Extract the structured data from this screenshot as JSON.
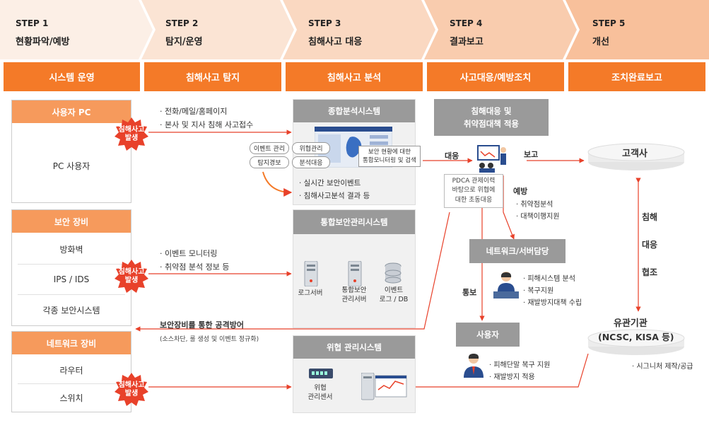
{
  "steps": [
    {
      "label": "STEP 1",
      "name": "현황파악/예방"
    },
    {
      "label": "STEP 2",
      "name": "탐지/운영"
    },
    {
      "label": "STEP 3",
      "name": "침해사고 대응"
    },
    {
      "label": "STEP 4",
      "name": "결과보고"
    },
    {
      "label": "STEP 5",
      "name": "개선"
    }
  ],
  "columns": [
    "시스템 운영",
    "침해사고 탐지",
    "침해사고 분석",
    "사고대응/예방조치",
    "조치완료보고"
  ],
  "col1": {
    "pc_header": "사용자 PC",
    "pc_body": "PC 사용자",
    "sec_header": "보안 장비",
    "sec_items": [
      "방화벽",
      "IPS / IDS",
      "각종 보안시스템"
    ],
    "net_header": "네트워크 장비",
    "net_items": [
      "라우터",
      "스위치"
    ],
    "badge": "침해사고\n발생"
  },
  "col2": {
    "receipt": [
      "· 전화/메일/홈페이지",
      "· 본사 및 지사 침해 사고접수"
    ],
    "monitor": [
      "· 이벤트 모니터링",
      "· 취약점 분석 정보 등"
    ],
    "defense_title": "보안장비를 통한 공격방어",
    "defense_sub": "(소스차단, 룰 생성 및 이벤트 정규화)"
  },
  "col3": {
    "sys1": "종합분석시스템",
    "pills": [
      "이벤트 관리",
      "위협관리",
      "탐지경보",
      "분석대응"
    ],
    "callout": "보안 현황에 대한\n통합모니터링 및 검색",
    "items": [
      "· 실시간 보안이벤트",
      "· 침해사고분석 결과 등"
    ],
    "sys2": "통합보안관리시스템",
    "servers": [
      "로그서버",
      "통합보안\n관리서버",
      "이벤트\n로그 / DB"
    ],
    "sys3": "위협 관리시스템",
    "sensor": "위협\n관리센서"
  },
  "col4": {
    "head": "침해대응 및\n취약점대책 적용",
    "respond": "대응",
    "report": "보고",
    "pdca": "PDCA 관제이력\n바탕으로 위협에\n대한 초동대응",
    "prevent": "예방",
    "prevent_items": [
      "· 취약점분석",
      "· 대책이행지원"
    ],
    "net_server": "네트워크/서버담당",
    "net_items": [
      "· 피해시스템 분석",
      "· 복구지원",
      "· 재발방지대책 수립"
    ],
    "notify": "통보",
    "user": "사용자",
    "user_items": [
      "· 피해단말 복구 지원",
      "· 재발방지 적용"
    ]
  },
  "col5": {
    "customer": "고객사",
    "vertical": [
      "침해",
      "대응",
      "협조"
    ],
    "agency": "유관기관",
    "agency_sub": "(NCSC, KISA 등)",
    "signature": "· 시그니처 제작/공급"
  },
  "colors": {
    "orange": "#f47a28",
    "light_orange": "#f69a5c",
    "badge_red": "#e8412a",
    "grey": "#9a9a9a"
  }
}
